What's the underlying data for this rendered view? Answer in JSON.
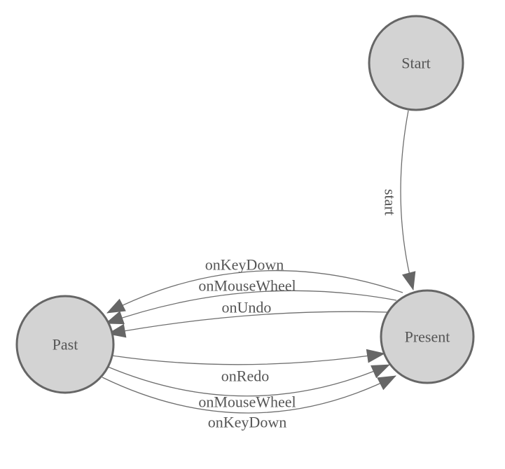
{
  "diagram": {
    "type": "state-machine",
    "background": "#ffffff",
    "colors": {
      "node_fill": "#d3d3d3",
      "node_stroke": "#666666",
      "edge_line": "#6e6e6e",
      "arrowhead": "#666666",
      "label_text": "#555555"
    },
    "nodes": [
      {
        "id": "start",
        "label": "Start"
      },
      {
        "id": "present",
        "label": "Present"
      },
      {
        "id": "past",
        "label": "Past"
      }
    ],
    "edges": [
      {
        "from": "Start",
        "to": "Present",
        "label": "start"
      },
      {
        "from": "Present",
        "to": "Past",
        "label": "onKeyDown"
      },
      {
        "from": "Present",
        "to": "Past",
        "label": "onMouseWheel"
      },
      {
        "from": "Present",
        "to": "Past",
        "label": "onUndo"
      },
      {
        "from": "Past",
        "to": "Present",
        "label": "onRedo"
      },
      {
        "from": "Past",
        "to": "Present",
        "label": "onMouseWheel"
      },
      {
        "from": "Past",
        "to": "Present",
        "label": "onKeyDown"
      }
    ]
  }
}
